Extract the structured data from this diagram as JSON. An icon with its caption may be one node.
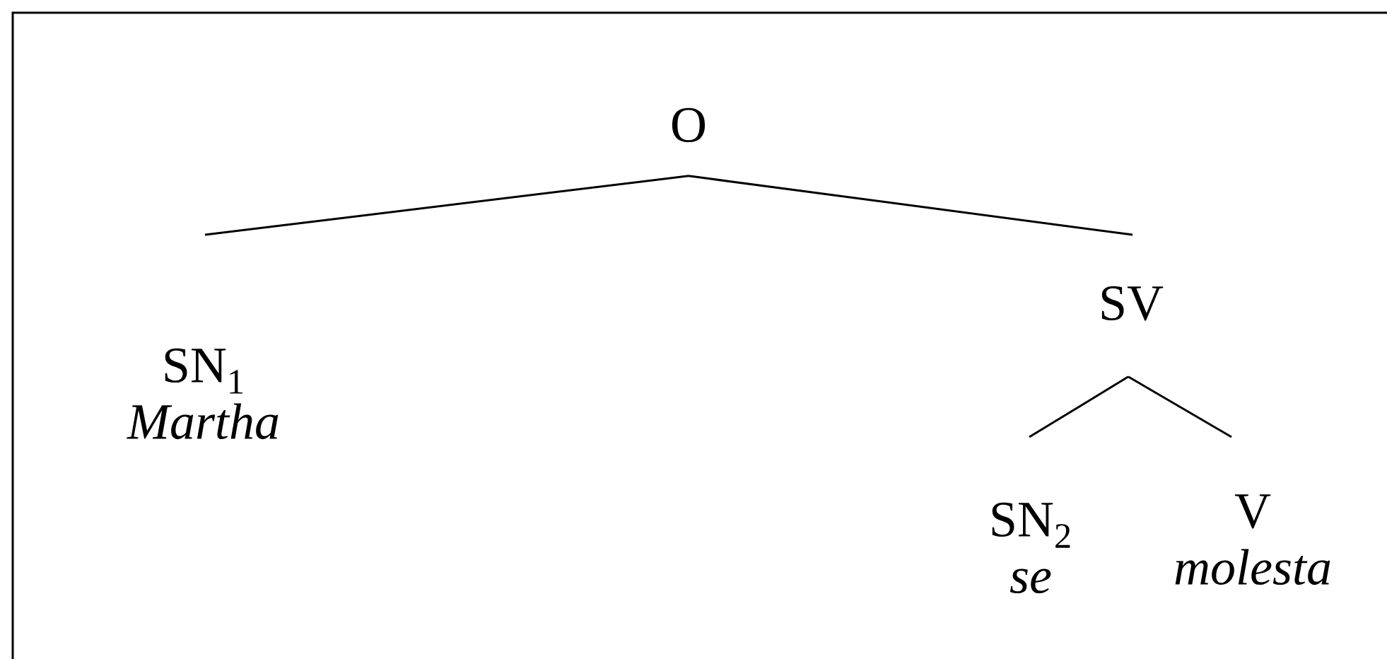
{
  "diagram": {
    "nodes": [
      {
        "text": [
          "O"
        ]
      },
      {
        "text": [
          "SN$_{1}$",
          "Martha"
        ]
      },
      {
        "text": [
          "SV"
        ]
      },
      {
        "text": [
          "SN$_{2}$",
          "se"
        ]
      },
      {
        "text": [
          "V",
          "molesta"
        ]
      }
    ],
    "edges": [
      {
        "from": 0,
        "to": 1,
        "arrow": "none"
      },
      {
        "from": 0,
        "to": 2,
        "arrow": "none"
      },
      {
        "from": 2,
        "to": 3,
        "arrow": "none"
      },
      {
        "from": 2,
        "to": 4,
        "arrow": "none"
      }
    ]
  }
}
